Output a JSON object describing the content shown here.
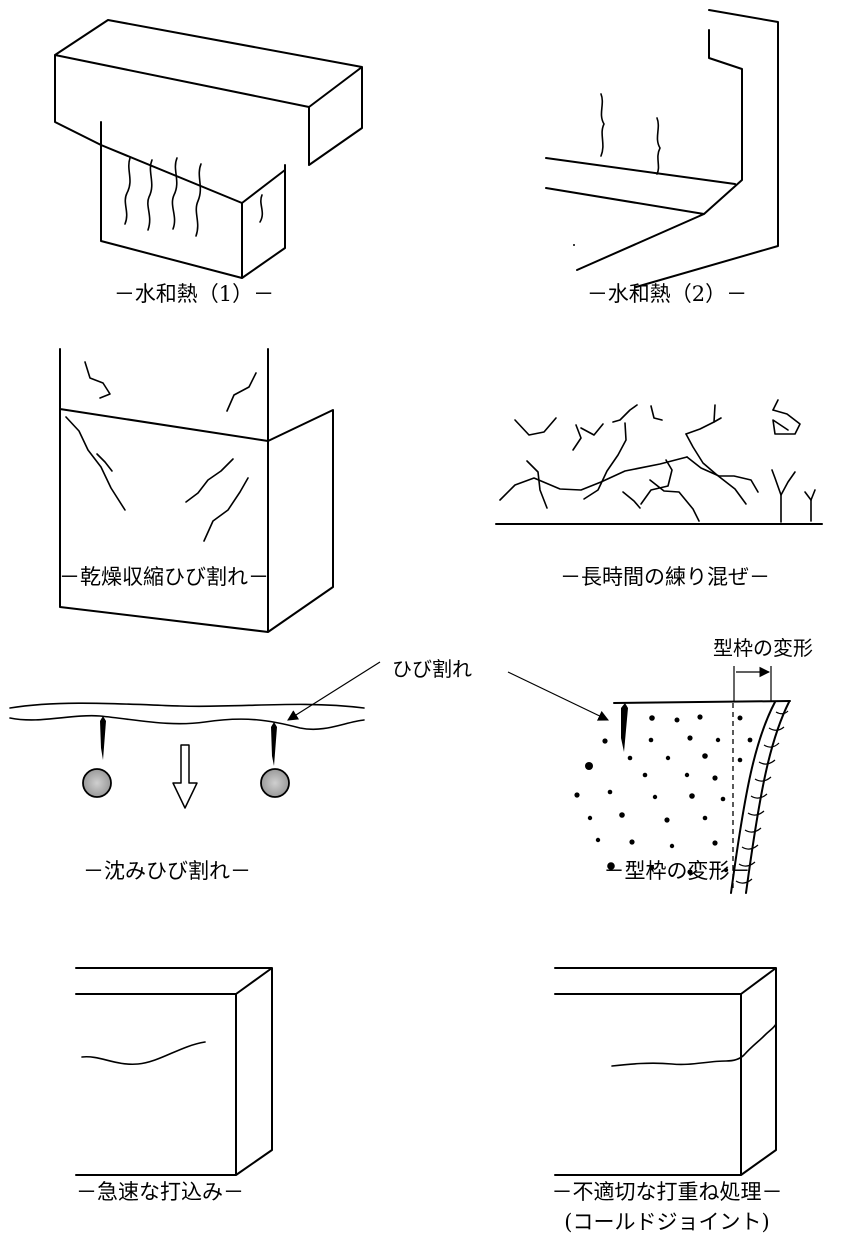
{
  "panels": {
    "hydration_heat_1": {
      "caption": "－水和熱（1）－"
    },
    "hydration_heat_2": {
      "caption": "－水和熱（2）－"
    },
    "drying_shrinkage": {
      "caption": "－乾燥収縮ひび割れ－"
    },
    "long_mixing": {
      "caption": "－長時間の練り混ぜ－"
    },
    "settlement_cracking": {
      "caption": "－沈みひび割れ－"
    },
    "formwork_deformation": {
      "caption": "－型枠の変形－",
      "callout": "型枠の変形"
    },
    "rapid_placing": {
      "caption": "－急速な打込み－"
    },
    "improper_joint": {
      "caption": "－不適切な打重ね処理－",
      "subcaption": "(コールドジョイント)"
    }
  },
  "shared": {
    "crack_label": "ひび割れ"
  }
}
